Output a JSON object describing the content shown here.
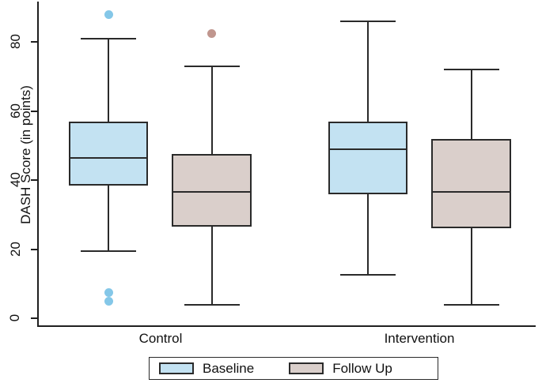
{
  "chart_data": {
    "type": "box",
    "title": "",
    "xlabel": "",
    "ylabel": "DASH Score (in points)",
    "ylim": [
      0,
      92
    ],
    "yticks": [
      0,
      20,
      40,
      60,
      80
    ],
    "ytick_labels": [
      "0",
      "20",
      "40",
      "60",
      "80"
    ],
    "grid": false,
    "legend_position": "bottom",
    "categories": [
      "Control",
      "Intervention"
    ],
    "series": [
      {
        "name": "Baseline",
        "color": "#c3e2f2"
      },
      {
        "name": "Follow Up",
        "color": "#dacfcb"
      }
    ],
    "boxes": [
      {
        "group": "Control",
        "series": "Baseline",
        "color": "#c3e2f2",
        "whisker_low": 19.5,
        "q1": 38.5,
        "median": 46.5,
        "q3": 57.0,
        "whisker_high": 81.0,
        "outliers": [
          88.0,
          7.5,
          5.0
        ]
      },
      {
        "group": "Control",
        "series": "Follow Up",
        "color": "#dacfcb",
        "whisker_low": 4.0,
        "q1": 26.5,
        "median": 36.5,
        "q3": 47.5,
        "whisker_high": 73.0,
        "outliers": [
          82.5
        ]
      },
      {
        "group": "Intervention",
        "series": "Baseline",
        "color": "#c3e2f2",
        "whisker_low": 12.5,
        "q1": 36.0,
        "median": 49.0,
        "q3": 57.0,
        "whisker_high": 86.0,
        "outliers": []
      },
      {
        "group": "Intervention",
        "series": "Follow Up",
        "color": "#dacfcb",
        "whisker_low": 4.0,
        "q1": 26.0,
        "median": 36.5,
        "q3": 52.0,
        "whisker_high": 72.0,
        "outliers": []
      }
    ],
    "outlier_colors": {
      "Baseline": "#84c7e8",
      "Follow Up": "#c0968e"
    },
    "line_color": "#2a2a2a"
  },
  "axis": {
    "y_title": "DASH Score (in points)",
    "y_tick_labels": [
      "0",
      "20",
      "40",
      "60",
      "80"
    ],
    "x_categories": [
      "Control",
      "Intervention"
    ]
  },
  "legend": {
    "items": [
      {
        "label": "Baseline",
        "color": "#c3e2f2"
      },
      {
        "label": "Follow Up",
        "color": "#dacfcb"
      }
    ]
  }
}
